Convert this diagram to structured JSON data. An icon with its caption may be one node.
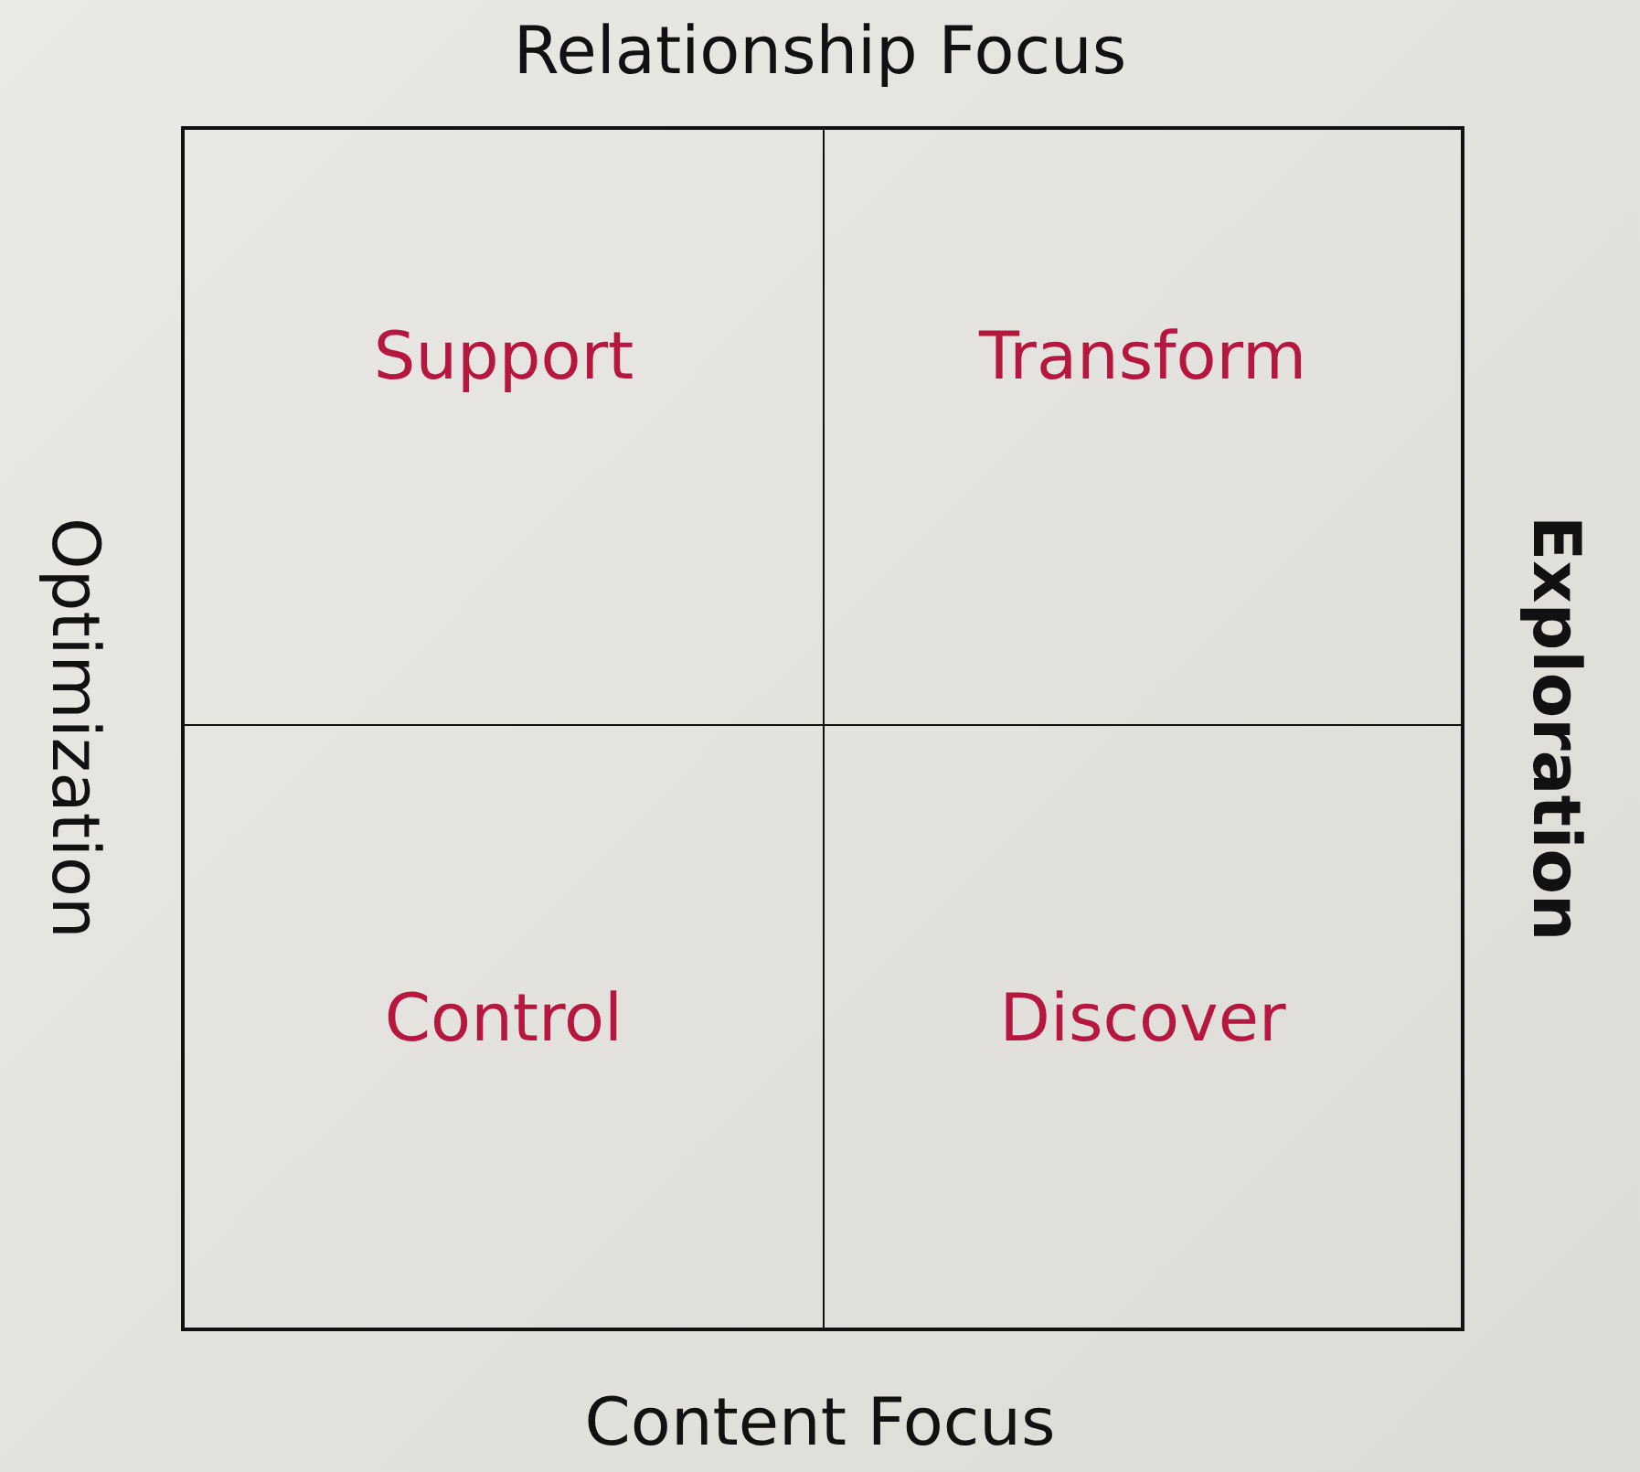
{
  "diagram": {
    "nodes": [
      {
        "text": [
          "Support"
        ]
      },
      {
        "text": [
          "Transform"
        ]
      },
      {
        "text": [
          "Control"
        ]
      },
      {
        "text": [
          "Discover"
        ]
      }
    ],
    "labels": [
      "Relationship Focus",
      "Optimization",
      "Exploration",
      "Content Focus"
    ]
  }
}
